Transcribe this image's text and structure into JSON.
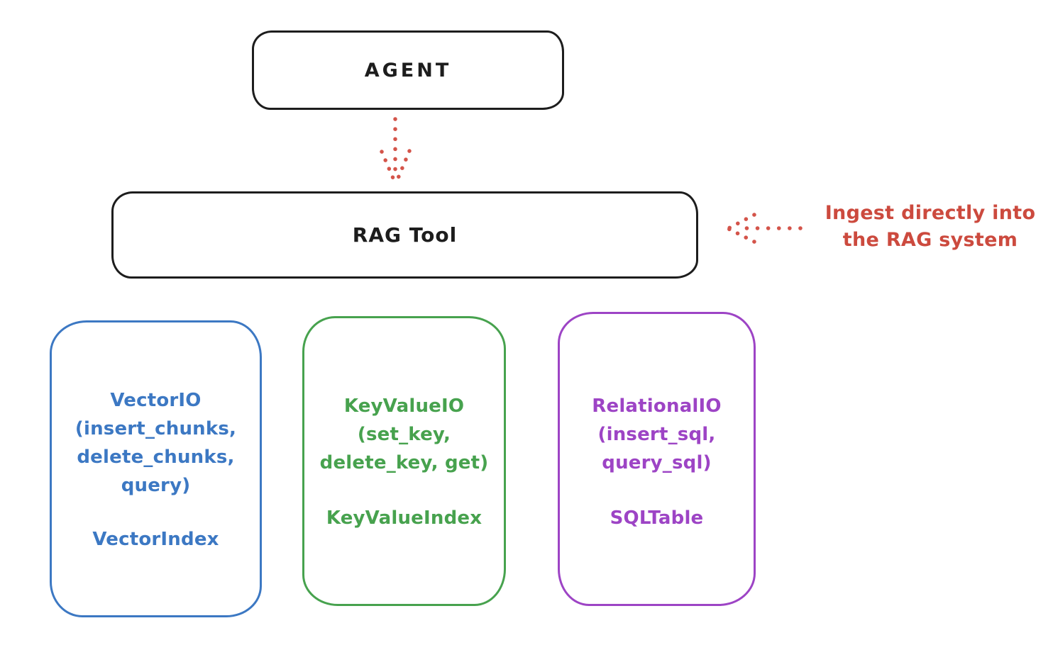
{
  "colors": {
    "stroke_black": "#1d1d1d",
    "accent_red": "#cc4a3e",
    "accent_blue": "#3c78c3",
    "accent_green": "#47a24e",
    "accent_purple": "#9d44c5",
    "background": "#ffffff"
  },
  "diagram": {
    "agent": {
      "label": "AGENT"
    },
    "rag_tool": {
      "label": "RAG Tool"
    },
    "annotation": {
      "lines": [
        "Ingest directly into",
        "the RAG system"
      ],
      "color": "#cc4a3e"
    },
    "arrows": [
      {
        "name": "agent-to-rag-tool",
        "style": "dotted",
        "direction": "down",
        "color": "#d4544a"
      },
      {
        "name": "annotation-to-rag-tool",
        "style": "dotted",
        "direction": "left",
        "color": "#d4544a"
      }
    ],
    "stores": [
      {
        "name": "vector-io",
        "color": "#3c78c3",
        "lines": [
          "VectorIO",
          "(insert_chunks,",
          "delete_chunks,",
          "query)"
        ],
        "index_label": "VectorIndex"
      },
      {
        "name": "key-value-io",
        "color": "#47a24e",
        "lines": [
          "KeyValueIO",
          "(set_key,",
          "delete_key, get)"
        ],
        "index_label": "KeyValueIndex"
      },
      {
        "name": "relational-io",
        "color": "#9d44c5",
        "lines": [
          "RelationalIO",
          "(insert_sql,",
          "query_sql)"
        ],
        "index_label": "SQLTable"
      }
    ]
  }
}
